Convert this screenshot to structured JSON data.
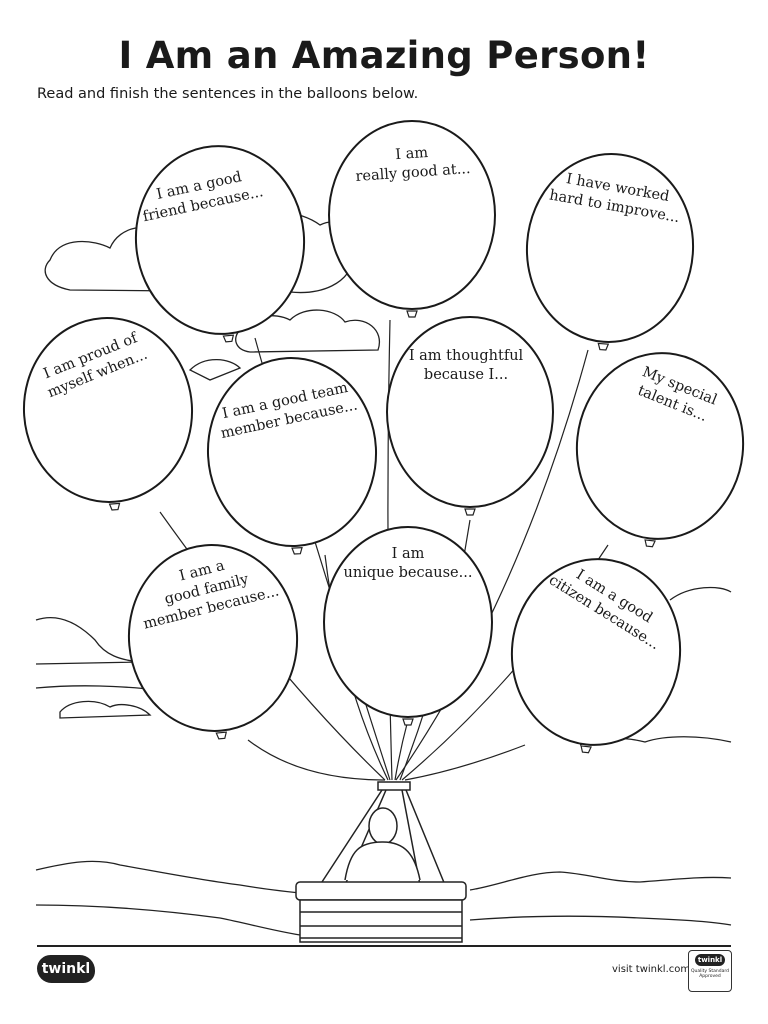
{
  "header": {
    "title": "I Am an Amazing Person!",
    "instruction": "Read and finish the sentences in the balloons below."
  },
  "balloons": [
    {
      "id": "good-friend",
      "lines": [
        "I am a good",
        "friend because..."
      ]
    },
    {
      "id": "really-good-at",
      "lines": [
        "I am",
        "really good at..."
      ]
    },
    {
      "id": "worked-hard",
      "lines": [
        "I have worked",
        "hard to improve..."
      ]
    },
    {
      "id": "proud",
      "lines": [
        "I am proud of",
        "myself when..."
      ]
    },
    {
      "id": "thoughtful",
      "lines": [
        "I am thoughtful",
        "because I..."
      ]
    },
    {
      "id": "special-talent",
      "lines": [
        "My special",
        "talent is..."
      ]
    },
    {
      "id": "team-member",
      "lines": [
        "I am a good team",
        "member because..."
      ]
    },
    {
      "id": "family-member",
      "lines": [
        "I am a",
        "good family",
        "member because..."
      ]
    },
    {
      "id": "unique",
      "lines": [
        "I am",
        "unique because..."
      ]
    },
    {
      "id": "citizen",
      "lines": [
        "I am a good",
        "citizen because..."
      ]
    }
  ],
  "footer": {
    "logo": "twinkl",
    "visit": "visit twinkl.com",
    "badge_title": "twinkl",
    "badge_subtitle": "Quality Standard Approved"
  },
  "colors": {
    "ink": "#1a1a1a",
    "background": "#ffffff"
  }
}
